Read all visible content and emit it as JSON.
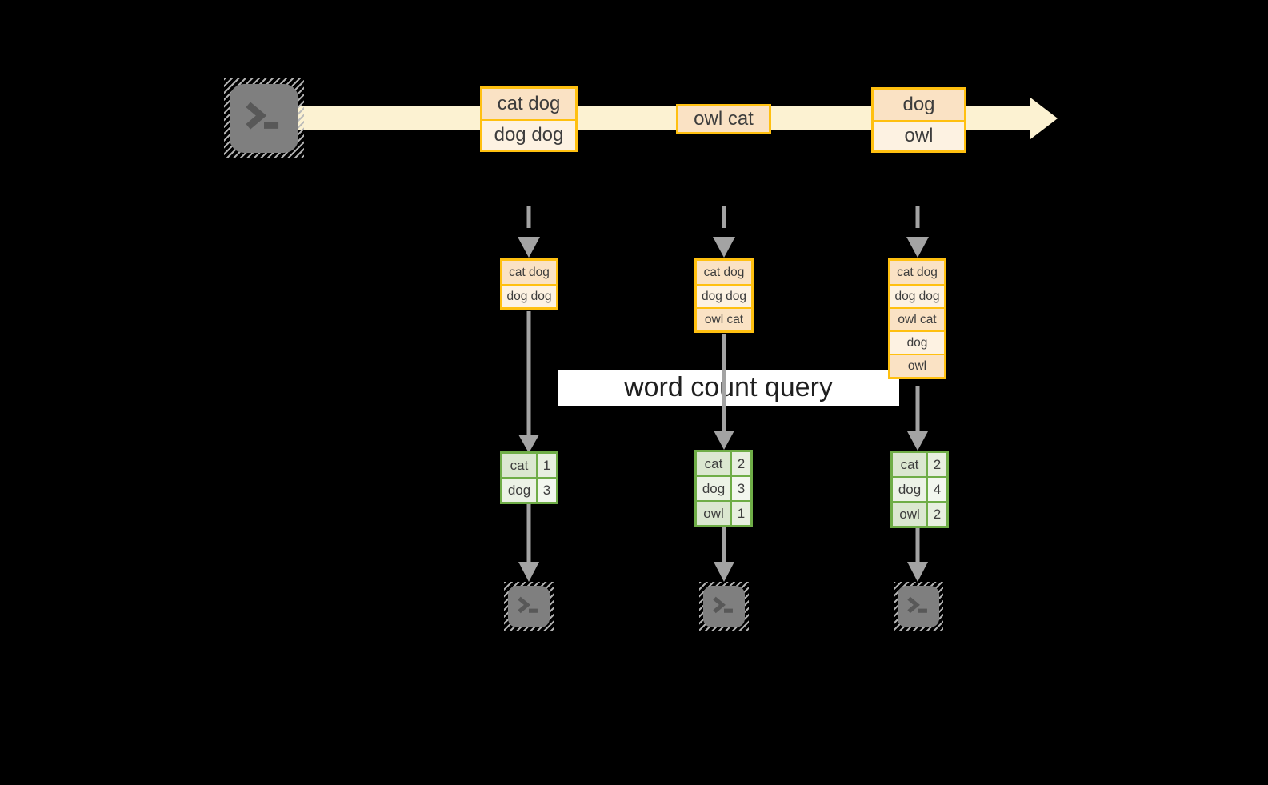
{
  "diagram": {
    "title_banner": "word count query",
    "description_name": "streaming-word-count-diagram"
  },
  "colors": {
    "background": "#000000",
    "stream_band": "#fcf2d2",
    "event_border": "#ffc010",
    "event_fill_peach": "#fae2c4",
    "event_fill_cream": "#fdf2e2",
    "table_border": "#6fad47",
    "table_cell_dark": "#dbe7d0",
    "table_cell_light": "#f3f7ef",
    "arrow_gray": "#a3a3a3",
    "terminal_gray": "#7f7f7f",
    "banner_bg": "#ffffff"
  },
  "icons": {
    "source": "terminal-prompt-icon",
    "sink": "terminal-prompt-icon"
  },
  "stream": {
    "events": [
      {
        "lines": [
          "cat dog",
          "dog dog"
        ]
      },
      {
        "lines": [
          "owl cat"
        ]
      },
      {
        "lines": [
          "dog",
          "owl"
        ]
      }
    ]
  },
  "columns": [
    {
      "buffer": [
        "cat dog",
        "dog dog"
      ],
      "counts": [
        {
          "word": "cat",
          "count": "1"
        },
        {
          "word": "dog",
          "count": "3"
        }
      ]
    },
    {
      "buffer": [
        "cat dog",
        "dog dog",
        "owl cat"
      ],
      "counts": [
        {
          "word": "cat",
          "count": "2"
        },
        {
          "word": "dog",
          "count": "3"
        },
        {
          "word": "owl",
          "count": "1"
        }
      ]
    },
    {
      "buffer": [
        "cat dog",
        "dog dog",
        "owl cat",
        "dog",
        "owl"
      ],
      "counts": [
        {
          "word": "cat",
          "count": "2"
        },
        {
          "word": "dog",
          "count": "4"
        },
        {
          "word": "owl",
          "count": "2"
        }
      ]
    }
  ]
}
